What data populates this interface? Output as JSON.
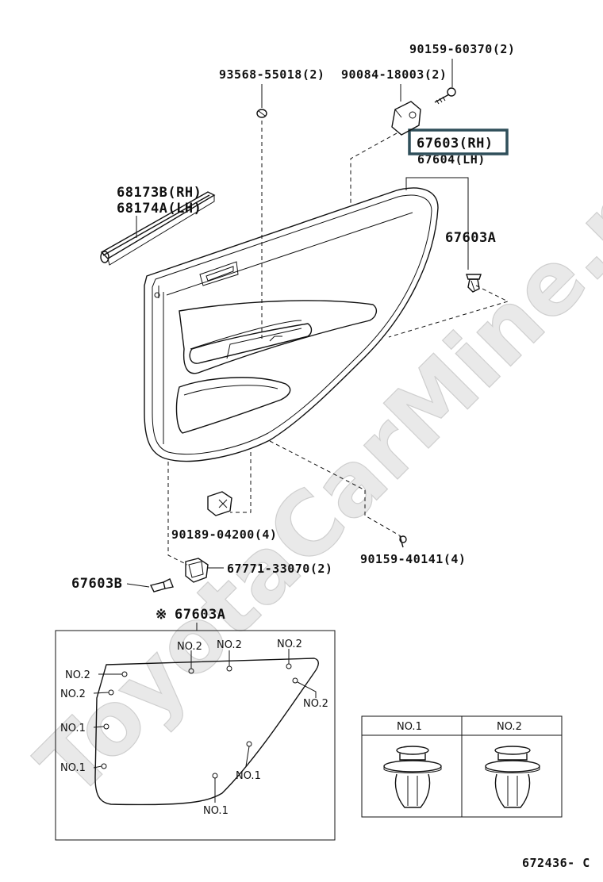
{
  "watermark": "ToyotaCarMine.ru",
  "parts": {
    "screw_top": "90159-60370(2)",
    "clip_a": "93568-55018(2)",
    "bracket": "90084-18003(2)",
    "board_rh": "67603(RH)",
    "board_lh": "67604(LH)",
    "weatherstrip_rh": "68173B(RH)",
    "weatherstrip_lh": "68174A(LH)",
    "clip_67603a": "67603A",
    "nut": "90189-04200(4)",
    "screw_bottom": "90159-40141(4)",
    "clip_67603b": "67603B",
    "retainer": "67771-33070(2)"
  },
  "detail": {
    "title_mark": "※",
    "title": "67603A",
    "labels": {
      "no2_a": "NO.2",
      "no2_b": "NO.2",
      "no2_c": "NO.2",
      "no2_d": "NO.2",
      "no2_e": "NO.2",
      "no2_f": "NO.2",
      "no1_a": "NO.1",
      "no1_b": "NO.1",
      "no1_c": "NO.1",
      "no1_d": "NO.1"
    }
  },
  "legend_table": {
    "headers": [
      "NO.1",
      "NO.2"
    ]
  },
  "diagram_code": "672436- C"
}
